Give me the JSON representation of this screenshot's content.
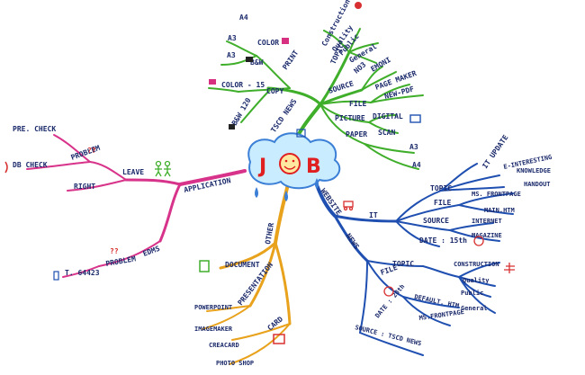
{
  "colors": {
    "print": "#3fae2a",
    "website": "#1f4fb0",
    "application": "#d8338a",
    "other": "#e8a21c",
    "center_outline": "#3b7fd6",
    "center_fill": "#c9ecff",
    "center_letters": "#e02020",
    "annotation": "#d83030"
  },
  "center": {
    "letters": [
      "J",
      "O",
      "B"
    ]
  },
  "print": {
    "label": "PRINT",
    "color": "COLOR",
    "a4": "A4",
    "a3": "A3",
    "a3_bw": "A3",
    "bw": "B&W",
    "copy": "COPY",
    "color15": "COLOR - 15",
    "bw120": "B&W 120"
  },
  "tscd": {
    "label": "TSCD NEWS",
    "topic": "TOPIC",
    "construction": "Construction",
    "quality": "Quality",
    "public": "Public",
    "general": "General",
    "source": "SOURCE",
    "no3": "NO3",
    "emoni": "EMONI",
    "file": "FILE",
    "pagemaker": "PAGE MAKER",
    "newpdf": "NEW-PDF",
    "picture": "PICTURE",
    "digital": "DIGITAL",
    "scan": "SCAN",
    "paper": "PAPER",
    "a3": "A3",
    "a4": "A4"
  },
  "application": {
    "label": "APPLICATION",
    "leave": "LEAVE",
    "problem": "PROBLEM",
    "pre_check": "PRE. CHECK",
    "db_check": "DB CHECK",
    "right": "RIGHT",
    "edms": "EDMS",
    "problem2": "PROBLEM",
    "tel": "T. 64423",
    "qq": "??"
  },
  "website": {
    "label": "WEBSITE",
    "it": "IT",
    "topic": "TOPIC",
    "it_update": "IT UPDATE",
    "e_interesting": "E-INTERESTING",
    "knowledge": "KNOWLEDGE",
    "handout": "HANDOUT",
    "file": "FILE",
    "ms_frontpage": "MS. FRONTPAGE",
    "main_htm": "MAIN.HTM",
    "source": "SOURCE",
    "internet": "INTERNET",
    "magazine": "MAGAZINE",
    "date15": "DATE : 15th",
    "news": "NEWS",
    "topic2": "TOPIC",
    "construction": "CONSTRUCTION",
    "quality": "Quality",
    "public": "Public",
    "general": "General",
    "file2": "FILE",
    "default_htm": "DEFAULT. HTM",
    "ms_frontpage2": "MS.FRONTPAGE",
    "date28": "DATE : 28th",
    "source_tscd": "SOURCE : TSCD NEWS"
  },
  "other": {
    "label": "OTHER",
    "document": "DOCUMENT",
    "presentation": "PRESENTATION",
    "powerpoint": "POWERPOINT",
    "imagemaker": "IMAGEMAKER",
    "card": "CARD",
    "creacard": "CREACARD",
    "photoshop": "PHOTO SHOP"
  }
}
